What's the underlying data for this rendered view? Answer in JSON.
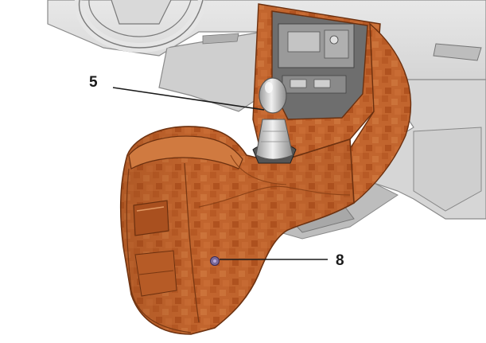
{
  "diagram": {
    "callouts": [
      {
        "id": "5",
        "label": "5",
        "target": "gear-shift-knob"
      },
      {
        "id": "8",
        "label": "8",
        "target": "console-fastener"
      }
    ],
    "colors": {
      "console": "#c2652e",
      "console_dark": "#8e4317",
      "console_light": "#d98a52",
      "dashboard": "#d4d4d4",
      "dashboard_dark": "#9a9a9a",
      "metal": "#b8b8b8",
      "line": "#1a1a1a",
      "background": "#ffffff"
    }
  }
}
